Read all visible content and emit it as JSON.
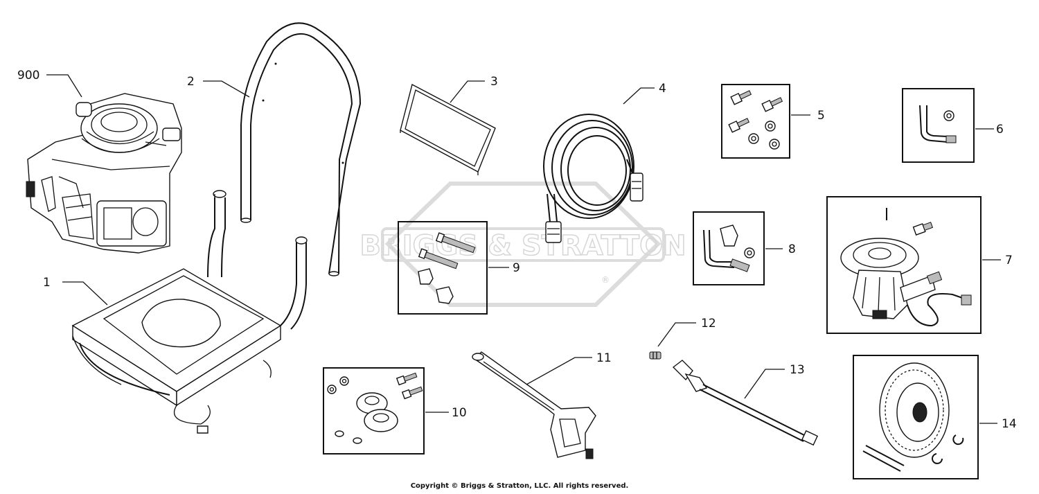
{
  "watermark": {
    "brand": "BRIGGS & STRATTON",
    "registered": "®"
  },
  "copyright": "Copyright © Briggs & Stratton, LLC. All rights reserved.",
  "parts": [
    {
      "id": "engine",
      "number": "900"
    },
    {
      "id": "frame",
      "number": "1"
    },
    {
      "id": "handle",
      "number": "2"
    },
    {
      "id": "panel",
      "number": "3"
    },
    {
      "id": "hose",
      "number": "4"
    },
    {
      "id": "hardware-kit-a",
      "number": "5"
    },
    {
      "id": "hardware-kit-b",
      "number": "6"
    },
    {
      "id": "pump",
      "number": "7"
    },
    {
      "id": "hardware-kit-c",
      "number": "8"
    },
    {
      "id": "hardware-kit-d",
      "number": "9"
    },
    {
      "id": "foot-kit",
      "number": "10"
    },
    {
      "id": "spray-gun",
      "number": "11"
    },
    {
      "id": "fitting",
      "number": "12"
    },
    {
      "id": "wand",
      "number": "13"
    },
    {
      "id": "wheel-kit",
      "number": "14"
    }
  ]
}
